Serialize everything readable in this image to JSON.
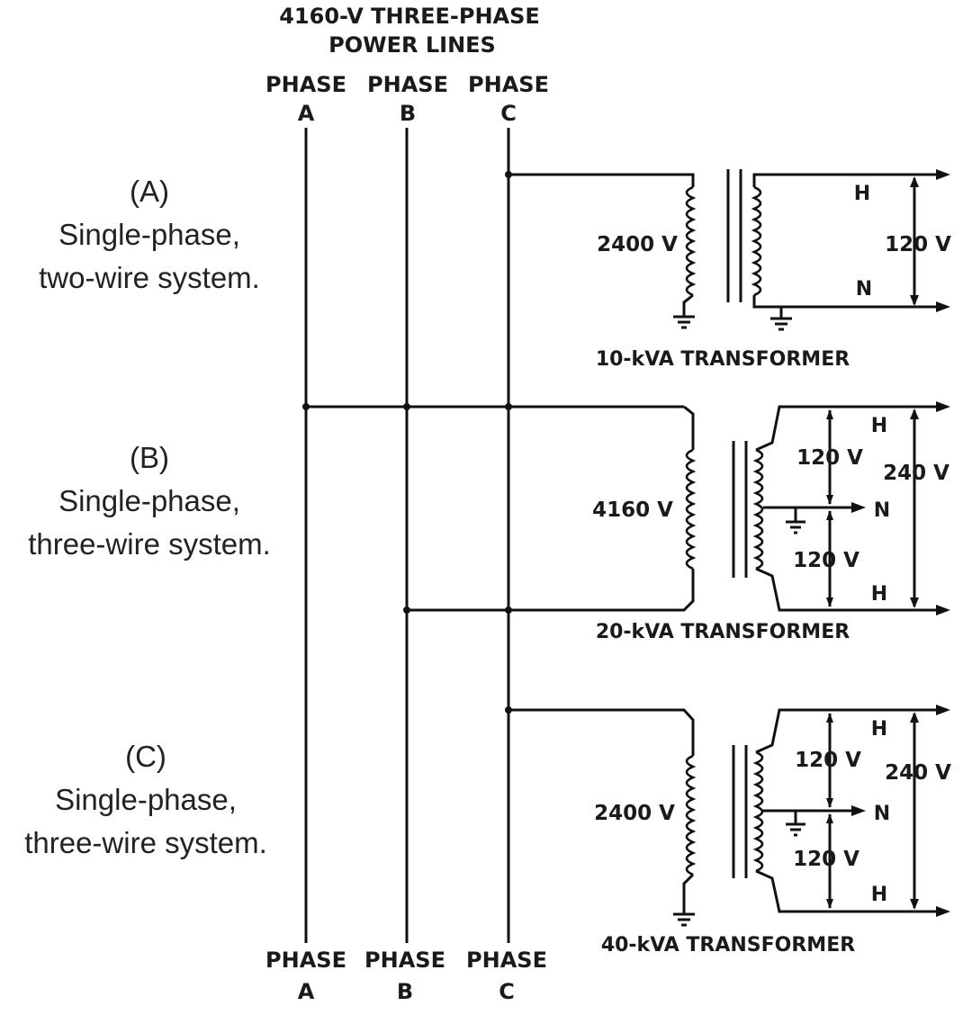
{
  "header": {
    "line1": "4160-V THREE-PHASE",
    "line2": "POWER LINES"
  },
  "phases_top": [
    {
      "word": "PHASE",
      "letter": "A"
    },
    {
      "word": "PHASE",
      "letter": "B"
    },
    {
      "word": "PHASE",
      "letter": "C"
    }
  ],
  "phases_bottom": [
    {
      "word": "PHASE",
      "letter": "A"
    },
    {
      "word": "PHASE",
      "letter": "B"
    },
    {
      "word": "PHASE",
      "letter": "C"
    }
  ],
  "sections": [
    {
      "tag": "(A)",
      "line1": "Single-phase,",
      "line2": "two-wire system.",
      "primary_voltage": "2400 V",
      "secondary_voltage": "120 V",
      "terminal_top": "H",
      "terminal_bottom": "N",
      "transformer": "10-kVA TRANSFORMER"
    },
    {
      "tag": "(B)",
      "line1": "Single-phase,",
      "line2": "three-wire system.",
      "primary_voltage": "4160 V",
      "upper_half": "120 V",
      "lower_half": "120 V",
      "total_voltage": "240 V",
      "terminal_top": "H",
      "terminal_mid": "N",
      "terminal_bottom": "H",
      "transformer": "20-kVA TRANSFORMER"
    },
    {
      "tag": "(C)",
      "line1": "Single-phase,",
      "line2": "three-wire system.",
      "primary_voltage": "2400 V",
      "upper_half": "120 V",
      "lower_half": "120 V",
      "total_voltage": "240 V",
      "terminal_top": "H",
      "terminal_mid": "N",
      "terminal_bottom": "H",
      "transformer": "40-kVA TRANSFORMER"
    }
  ]
}
